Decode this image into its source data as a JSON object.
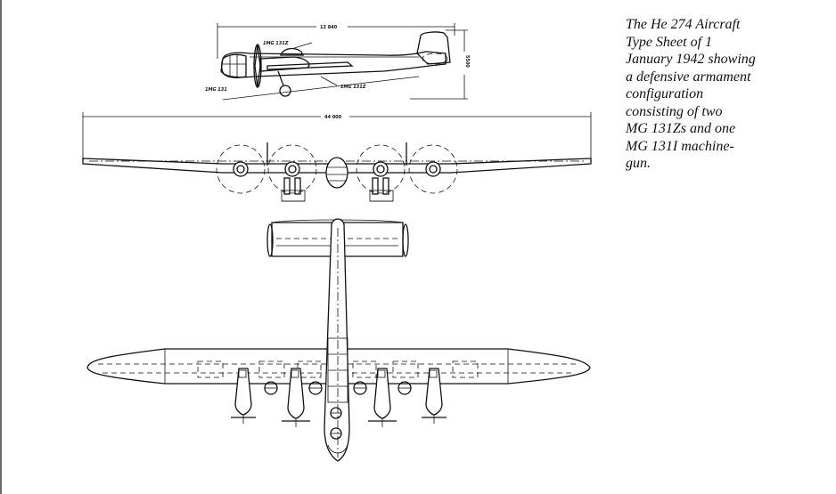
{
  "caption": {
    "lines": [
      "The He 274 Aircraft",
      "Type Sheet of 1",
      "January 1942 showing",
      "a defensive armament",
      "configuration",
      "consisting of two",
      "MG 131Zs and one",
      "MG 131I machine-",
      "gun."
    ]
  },
  "side_view": {
    "length_dim": "12 840",
    "height_dim": "5500",
    "labels": {
      "front_turret": "1MG 131Z",
      "nose_gun": "1MG 131",
      "ventral_gun": "1MG 131Z"
    }
  },
  "front_view": {
    "span_dim": "44 000"
  }
}
